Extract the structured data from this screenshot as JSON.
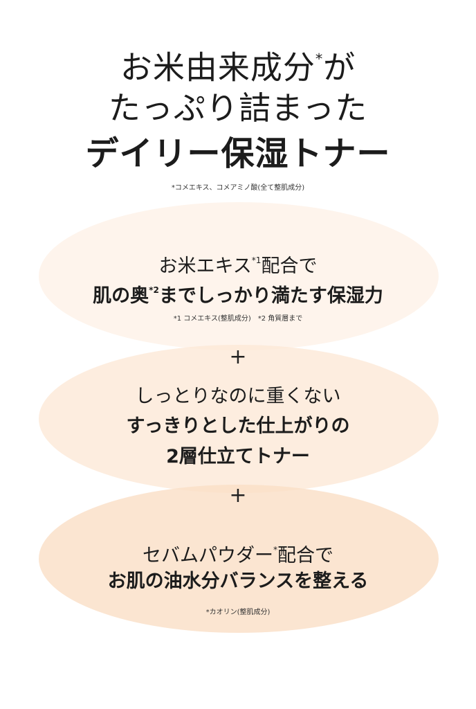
{
  "header": {
    "line1": "お米由来成分",
    "line1_mark": "*",
    "line1_tail": "が",
    "line2": "たっぷり詰まった",
    "line3": "デイリー保湿トナー",
    "footnote": "*コメエキス、コメアミノ酸(全て整肌成分)"
  },
  "feature1": {
    "lead": "お米エキス",
    "lead_mark": "*1",
    "lead_tail": "配合で",
    "main_a": "肌の奥",
    "main_mark": "*2",
    "main_b": "までしっかり満たす保湿力",
    "footnote": "*1 コメエキス(整肌成分)　*2 角質層まで"
  },
  "plus_sign": "+",
  "feature2": {
    "lead": "しっとりなのに重くない",
    "main1": "すっきりとした仕上がりの",
    "main2": "2層仕立てトナー"
  },
  "feature3": {
    "lead": "セバムパウダー",
    "lead_mark": "*",
    "lead_tail": "配合で",
    "main": "お肌の油水分バランスを整える",
    "footnote": "*カオリン(整肌成分)"
  },
  "colors": {
    "ellipse1": "#fdf0e4",
    "ellipse2": "#fce8d6",
    "ellipse3": "#fadec6",
    "text": "#1c1c1c"
  }
}
